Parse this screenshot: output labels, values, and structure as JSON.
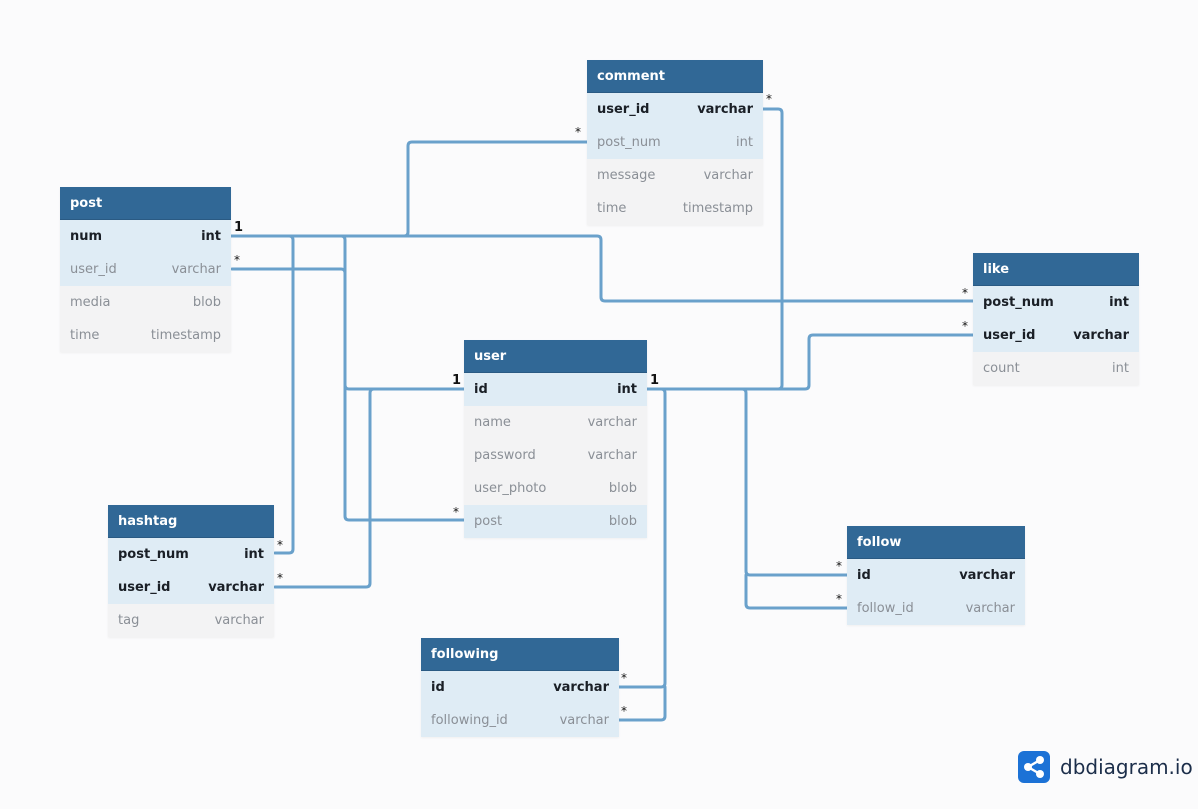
{
  "brand": {
    "name": "dbdiagram.io",
    "color": "#1c72d6"
  },
  "colors": {
    "header": "#316896",
    "link": "#6aa1cb",
    "keyRow": "#dfecf5",
    "plainRow": "#f3f3f4"
  },
  "tables": {
    "comment": {
      "title": "comment",
      "fields": [
        {
          "name": "user_id",
          "type": "varchar",
          "style": "pk"
        },
        {
          "name": "post_num",
          "type": "int",
          "style": "fk"
        },
        {
          "name": "message",
          "type": "varchar",
          "style": "plain"
        },
        {
          "name": "time",
          "type": "timestamp",
          "style": "plain"
        }
      ]
    },
    "post": {
      "title": "post",
      "fields": [
        {
          "name": "num",
          "type": "int",
          "style": "pk"
        },
        {
          "name": "user_id",
          "type": "varchar",
          "style": "fk"
        },
        {
          "name": "media",
          "type": "blob",
          "style": "plain"
        },
        {
          "name": "time",
          "type": "timestamp",
          "style": "plain"
        }
      ]
    },
    "like": {
      "title": "like",
      "fields": [
        {
          "name": "post_num",
          "type": "int",
          "style": "pk"
        },
        {
          "name": "user_id",
          "type": "varchar",
          "style": "pk"
        },
        {
          "name": "count",
          "type": "int",
          "style": "plain"
        }
      ]
    },
    "user": {
      "title": "user",
      "fields": [
        {
          "name": "id",
          "type": "int",
          "style": "pk"
        },
        {
          "name": "name",
          "type": "varchar",
          "style": "plain"
        },
        {
          "name": "password",
          "type": "varchar",
          "style": "plain"
        },
        {
          "name": "user_photo",
          "type": "blob",
          "style": "plain"
        },
        {
          "name": "post",
          "type": "blob",
          "style": "plainblue"
        }
      ]
    },
    "hashtag": {
      "title": "hashtag",
      "fields": [
        {
          "name": "post_num",
          "type": "int",
          "style": "pk"
        },
        {
          "name": "user_id",
          "type": "varchar",
          "style": "pk"
        },
        {
          "name": "tag",
          "type": "varchar",
          "style": "plain"
        }
      ]
    },
    "follow": {
      "title": "follow",
      "fields": [
        {
          "name": "id",
          "type": "varchar",
          "style": "pk"
        },
        {
          "name": "follow_id",
          "type": "varchar",
          "style": "fk"
        }
      ]
    },
    "following": {
      "title": "following",
      "fields": [
        {
          "name": "id",
          "type": "varchar",
          "style": "pk"
        },
        {
          "name": "following_id",
          "type": "varchar",
          "style": "fk"
        }
      ]
    }
  },
  "relationships": [
    {
      "from": "post.num",
      "to": "comment.post_num",
      "from_card": "1",
      "to_card": "*"
    },
    {
      "from": "post.num",
      "to": "like.post_num",
      "from_card": "1",
      "to_card": "*"
    },
    {
      "from": "post.num",
      "to": "hashtag.post_num",
      "from_card": "1",
      "to_card": "*"
    },
    {
      "from": "user.id",
      "to": "post.user_id",
      "from_card": "1",
      "to_card": "*"
    },
    {
      "from": "user.id",
      "to": "comment.user_id",
      "from_card": "1",
      "to_card": "*"
    },
    {
      "from": "user.id",
      "to": "like.user_id",
      "from_card": "1",
      "to_card": "*"
    },
    {
      "from": "user.id",
      "to": "hashtag.user_id",
      "from_card": "1",
      "to_card": "*"
    },
    {
      "from": "user.id",
      "to": "user.post",
      "from_card": "1",
      "to_card": "*"
    },
    {
      "from": "user.id",
      "to": "follow.id",
      "from_card": "1",
      "to_card": "*"
    },
    {
      "from": "user.id",
      "to": "follow.follow_id",
      "from_card": "1",
      "to_card": "*"
    },
    {
      "from": "user.id",
      "to": "following.id",
      "from_card": "1",
      "to_card": "*"
    },
    {
      "from": "user.id",
      "to": "following.following_id",
      "from_card": "1",
      "to_card": "*"
    }
  ]
}
